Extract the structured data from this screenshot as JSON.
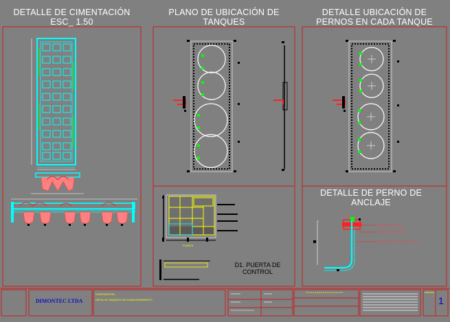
{
  "sheet": {
    "titles": {
      "cimentacion_line1": "DETALLE DE CIMENTACIÓN",
      "cimentacion_line2": "ESC_ 1.50",
      "plano_line1": "PLANO DE UBICACIÓN DE",
      "plano_line2": "TANQUES",
      "pernos_line1": "DETALLE UBICACIÓN DE",
      "pernos_line2": "PERNOS EN CADA TANQUE",
      "perno_anclaje_line1": "DETALLE DE PERNO DE",
      "perno_anclaje_line2": "ANCLAJE",
      "puerta_line1": "D1. PUERTA DE",
      "puerta_line2": "CONTROL"
    },
    "annotations": {
      "minimo_rosca": "MÍNIMO DE ROSCA",
      "base_concreto": "BASE DE CONCRETO",
      "perno_acero": "PERNO DE 3/4\" Ø ACERO 1020",
      "planta": "PLANTA"
    },
    "title_block": {
      "company": "DIMONTEC LTDA",
      "contratista_label": "CONTRATISTA:",
      "project": "DETALLE TANQUES DE ALMACENAMIENTO",
      "sheet_number": "1"
    },
    "colors": {
      "background": "#808080",
      "frame": "#c81e1e",
      "foundation": "#00ffff",
      "tank": "#ffffff",
      "bolt_marker": "#00ff00",
      "footing": "#ff8080",
      "door": "#ffff00"
    }
  }
}
